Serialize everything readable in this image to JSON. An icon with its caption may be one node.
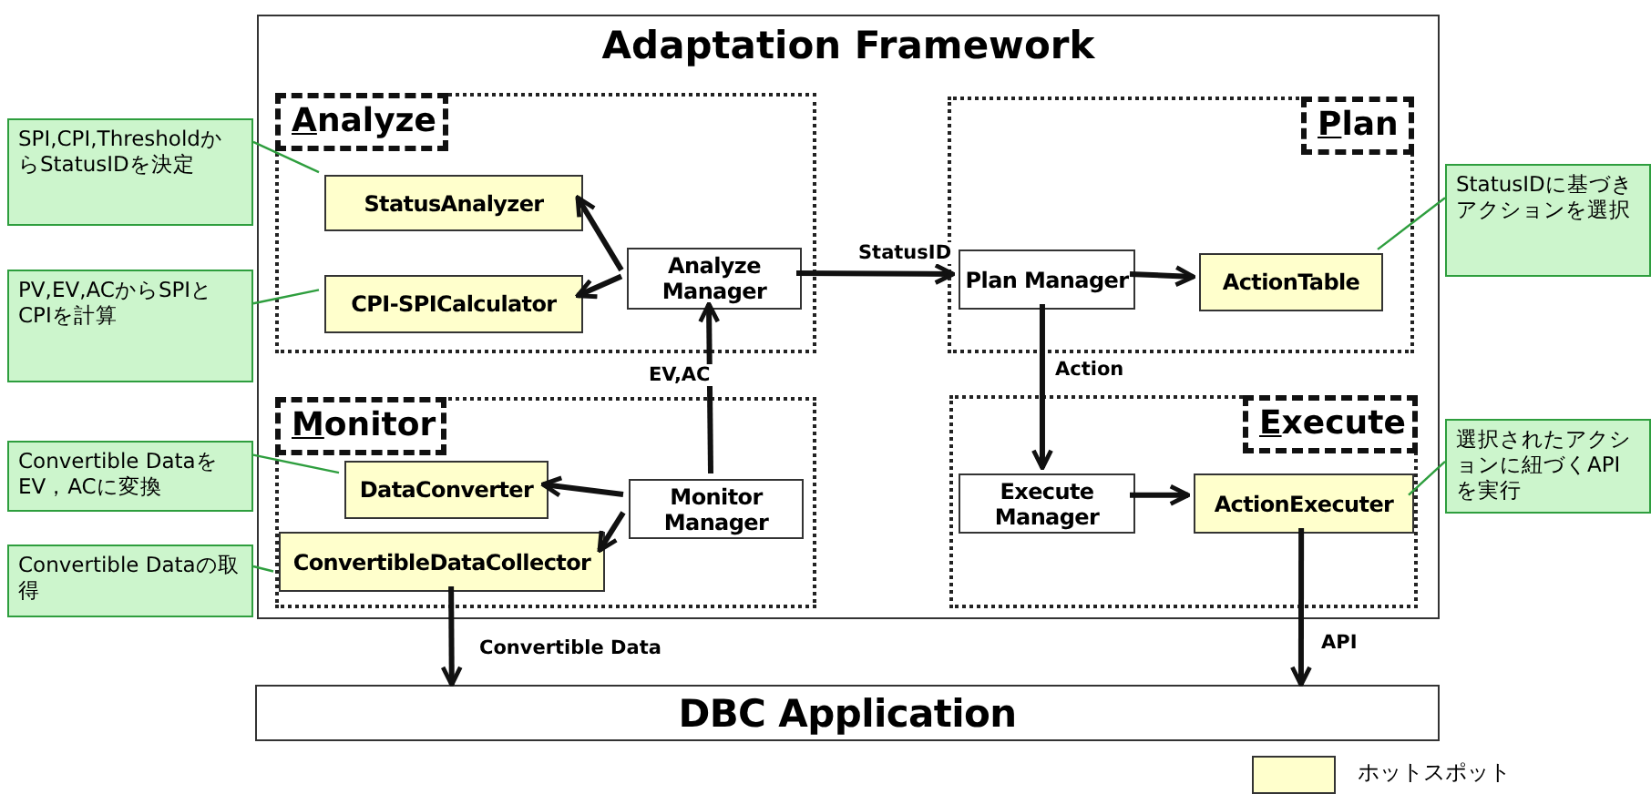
{
  "diagram": {
    "nodes": [
      {
        "text": [
          "Adaptation Framework"
        ]
      },
      {
        "text": [
          "Analyze"
        ],
        "in": 0
      },
      {
        "text": [
          "StatusAnalyzer"
        ],
        "in": 1
      },
      {
        "text": [
          "CPI-SPICalculator"
        ],
        "in": 1
      },
      {
        "text": [
          "Analyze Manager"
        ],
        "in": 1
      },
      {
        "text": [
          "Plan"
        ],
        "in": 0
      },
      {
        "text": [
          "Plan Manager"
        ],
        "in": 5
      },
      {
        "text": [
          "ActionTable"
        ],
        "in": 5
      },
      {
        "text": [
          "Monitor"
        ],
        "in": 0
      },
      {
        "text": [
          "DataConverter"
        ],
        "in": 8
      },
      {
        "text": [
          "ConvertibleDataCollector"
        ],
        "in": 8
      },
      {
        "text": [
          "Monitor Manager"
        ],
        "in": 8
      },
      {
        "text": [
          "Execute"
        ],
        "in": 0
      },
      {
        "text": [
          "Execute Manager"
        ],
        "in": 12
      },
      {
        "text": [
          "ActionExecuter"
        ],
        "in": 12
      },
      {
        "text": [
          "DBC Application"
        ]
      },
      {
        "text": [
          "SPI,CPI,ThresholdからStatusIDを決定"
        ]
      },
      {
        "text": [
          "PV,EV,ACからSPIとCPIを計算"
        ]
      },
      {
        "text": [
          "Convertible DataをEV，ACに変換"
        ]
      },
      {
        "text": [
          "Convertible Dataの取得"
        ]
      },
      {
        "text": [
          "StatusIDに基づきアクションを選択"
        ]
      },
      {
        "text": [
          "選択されたアクションに紐づくAPIを実行"
        ]
      }
    ],
    "edges": [
      {
        "from": 4,
        "to": 2,
        "arrow": "to"
      },
      {
        "from": 4,
        "to": 3,
        "arrow": "to"
      },
      {
        "from": 4,
        "to": 6,
        "arrow": "to",
        "label": "StatusID"
      },
      {
        "from": 11,
        "to": 4,
        "arrow": "to",
        "label": "EV,AC"
      },
      {
        "from": 11,
        "to": 9,
        "arrow": "to"
      },
      {
        "from": 11,
        "to": 10,
        "arrow": "to"
      },
      {
        "from": 6,
        "to": 7,
        "arrow": "to"
      },
      {
        "from": 6,
        "to": 13,
        "arrow": "to",
        "label": "Action"
      },
      {
        "from": 13,
        "to": 14,
        "arrow": "to"
      },
      {
        "from": 10,
        "to": 15,
        "arrow": "to",
        "label": "Convertible Data"
      },
      {
        "from": 14,
        "to": 15,
        "arrow": "to",
        "label": "API"
      },
      {
        "from": 16,
        "to": 2,
        "arrow": "none",
        "color": "#2e9e3e"
      },
      {
        "from": 17,
        "to": 3,
        "arrow": "none",
        "color": "#2e9e3e"
      },
      {
        "from": 18,
        "to": 9,
        "arrow": "none",
        "color": "#2e9e3e"
      },
      {
        "from": 19,
        "to": 10,
        "arrow": "none",
        "color": "#2e9e3e"
      },
      {
        "from": 20,
        "to": 7,
        "arrow": "none",
        "color": "#2e9e3e"
      },
      {
        "from": 21,
        "to": 14,
        "arrow": "none",
        "color": "#2e9e3e"
      }
    ],
    "legend": [
      {
        "text": "ホットスポット",
        "color": "#ffffcc"
      }
    ]
  }
}
